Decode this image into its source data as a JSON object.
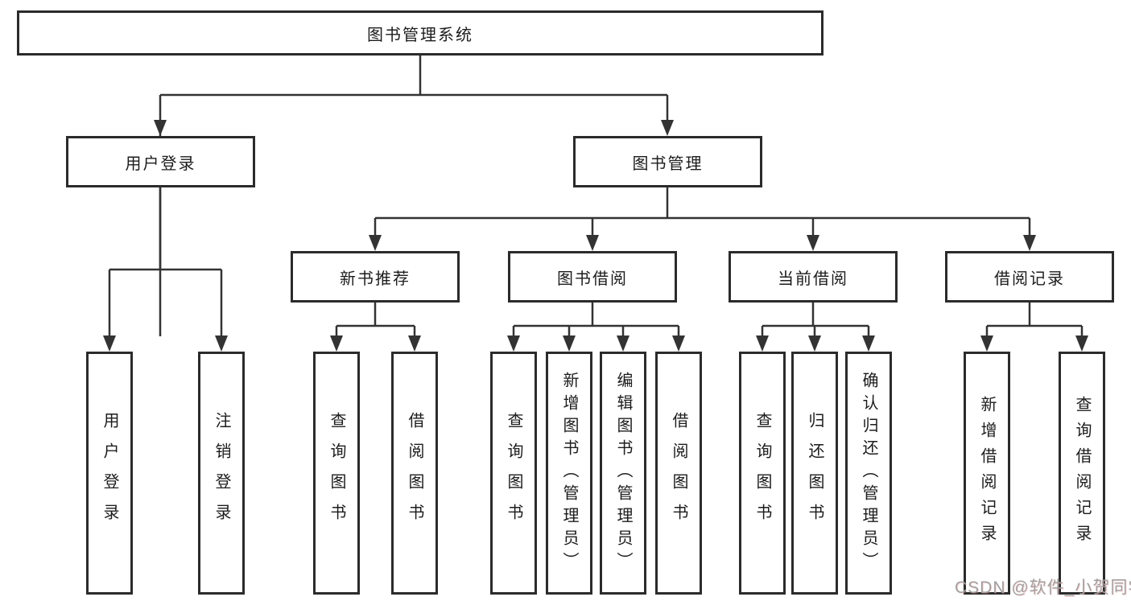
{
  "diagram": {
    "title": "图书管理系统",
    "colors": {
      "line": "#333333",
      "box_border": "#2b2b2b",
      "text": "#1c1c1c",
      "background": "#ffffff",
      "watermark_text_color": "#a0a0a0"
    },
    "tree": {
      "root": {
        "label": "图书管理系统"
      },
      "level2": [
        {
          "label": "用户登录",
          "children": [
            {
              "label": "用户登录"
            },
            {
              "label": "注销登录"
            }
          ]
        },
        {
          "label": "图书管理",
          "children": [
            {
              "label": "新书推荐",
              "children": [
                {
                  "label": "查询图书"
                },
                {
                  "label": "借阅图书"
                }
              ]
            },
            {
              "label": "图书借阅",
              "children": [
                {
                  "label": "查询图书"
                },
                {
                  "label": "新增图书（管理员）"
                },
                {
                  "label": "编辑图书（管理员）"
                },
                {
                  "label": "借阅图书"
                }
              ]
            },
            {
              "label": "当前借阅",
              "children": [
                {
                  "label": "查询图书"
                },
                {
                  "label": "归还图书"
                },
                {
                  "label": "确认归还（管理员）"
                }
              ]
            },
            {
              "label": "借阅记录",
              "children": [
                {
                  "label": "新增借阅记录"
                },
                {
                  "label": "查询借阅记录"
                }
              ]
            }
          ]
        }
      ]
    },
    "watermark": {
      "text": "CSDN @软件_小贺同学"
    }
  }
}
